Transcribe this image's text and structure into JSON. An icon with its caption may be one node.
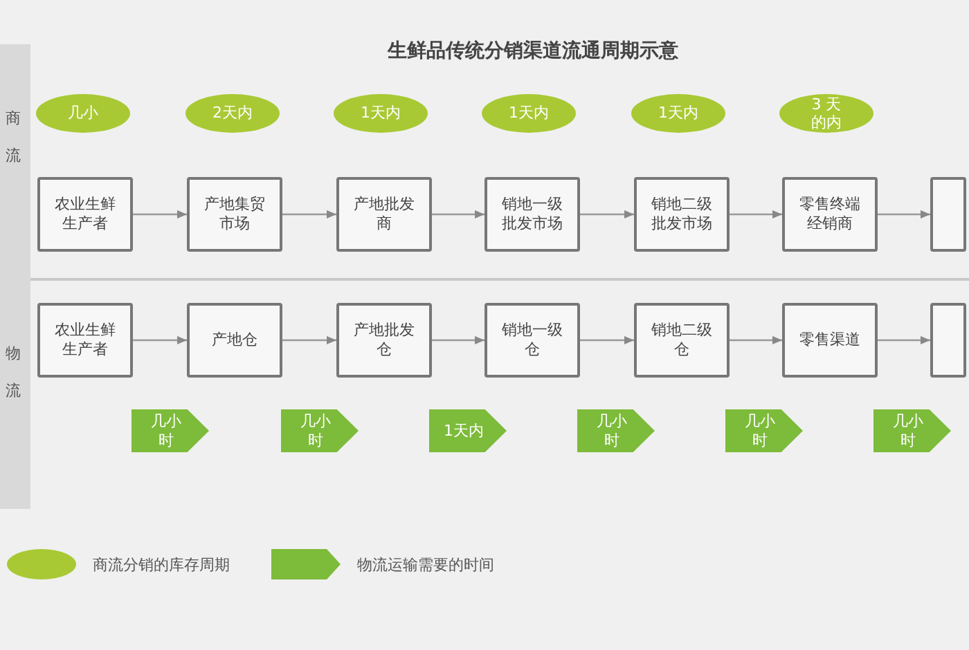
{
  "diagram": {
    "title": "生鲜品传统分销渠道流通周期示意",
    "nodes": [
      {
        "text": [
          "几小"
        ]
      },
      {
        "text": [
          "2天内"
        ]
      },
      {
        "text": [
          "1天内"
        ]
      },
      {
        "text": [
          "1天内"
        ]
      },
      {
        "text": [
          "1天内"
        ]
      },
      {
        "text": [
          "3 天的内"
        ]
      },
      {
        "text": [
          "农业生鲜生产者"
        ]
      },
      {
        "text": [
          "产地集贸市场"
        ]
      },
      {
        "text": [
          "产地批发商"
        ]
      },
      {
        "text": [
          "销地一级批发市场"
        ]
      },
      {
        "text": [
          "销地二级批发市场"
        ]
      },
      {
        "text": [
          "零售终端经销商"
        ]
      },
      {
        "text": [],
        "shape": "box"
      },
      {
        "text": [
          "农业生鲜生产者"
        ]
      },
      {
        "text": [
          "产地仓"
        ]
      },
      {
        "text": [
          "产地批发仓"
        ]
      },
      {
        "text": [
          "销地一级仓"
        ]
      },
      {
        "text": [
          "销地二级仓"
        ]
      },
      {
        "text": [
          "零售渠道"
        ]
      },
      {
        "text": [],
        "shape": "box"
      },
      {
        "text": [
          "几小时"
        ]
      },
      {
        "text": [
          "几小时"
        ]
      },
      {
        "text": [
          "1天内"
        ]
      },
      {
        "text": [
          "几小时"
        ]
      },
      {
        "text": [
          "几小时"
        ]
      },
      {
        "text": [
          "几小时"
        ]
      }
    ],
    "edges": [
      {
        "from": 6,
        "to": 7,
        "arrow": "to"
      },
      {
        "from": 7,
        "to": 8,
        "arrow": "to"
      },
      {
        "from": 8,
        "to": 9,
        "arrow": "to"
      },
      {
        "from": 9,
        "to": 10,
        "arrow": "to"
      },
      {
        "from": 10,
        "to": 11,
        "arrow": "to"
      },
      {
        "from": 11,
        "to": 12,
        "arrow": "to"
      },
      {
        "from": 13,
        "to": 14,
        "arrow": "to"
      },
      {
        "from": 14,
        "to": 15,
        "arrow": "to"
      },
      {
        "from": 15,
        "to": 16,
        "arrow": "to"
      },
      {
        "from": 16,
        "to": 17,
        "arrow": "to"
      },
      {
        "from": 17,
        "to": 18,
        "arrow": "to"
      },
      {
        "from": 18,
        "to": 19,
        "arrow": "to"
      }
    ],
    "labels": [
      "商流",
      "物流"
    ],
    "legend": [
      {
        "text": "商流分销的库存周期",
        "color": "#a8c934"
      },
      {
        "text": "物流运输需要的时间",
        "color": "#7dbb3a"
      }
    ]
  }
}
